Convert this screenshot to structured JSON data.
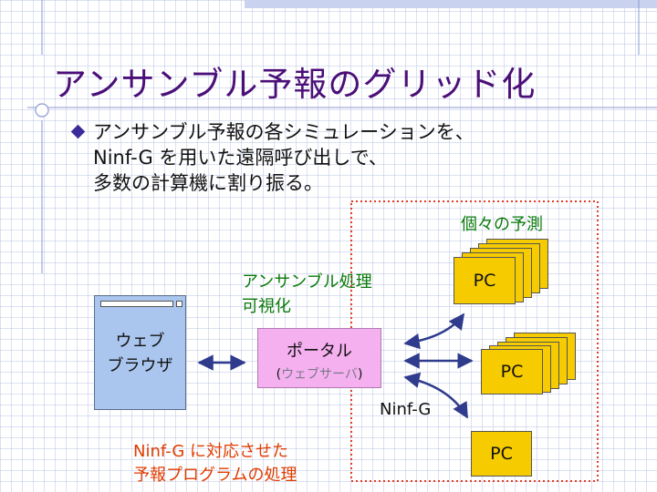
{
  "slide": {
    "title": "アンサンブル予報のグリッド化",
    "bullet": {
      "lines": [
        "アンサンブル予報の各シミュレーションを、",
        "Ninf-G を用いた遠隔呼び出しで、",
        "多数の計算機に割り振る。"
      ]
    }
  },
  "diagram": {
    "browser": {
      "line1": "ウェブ",
      "line2": "ブラウザ"
    },
    "portal": {
      "name": "ポータル",
      "paren_open": "(",
      "sub": "ウェブサーバ",
      "paren_close": ")"
    },
    "ensemble_label": {
      "line1": "アンサンブル処理",
      "line2": "可視化"
    },
    "individual_label": "個々の予測",
    "ninfg_label": "Ninf-G",
    "red_note": {
      "line1": "Ninf-G に対応させた",
      "line2": "予報プログラムの処理"
    },
    "pcs": [
      {
        "label": "PC"
      },
      {
        "label": "PC"
      },
      {
        "label": "PC"
      }
    ]
  },
  "colors": {
    "title": "#4b0f78",
    "green_text": "#0a7a0a",
    "red_text": "#e03c00",
    "browser_fill": "#aac6ee",
    "portal_fill": "#f5b0f0",
    "pc_fill": "#f6cc00",
    "arrow": "#2f3b8c",
    "dotted_border": "#e23c24"
  }
}
